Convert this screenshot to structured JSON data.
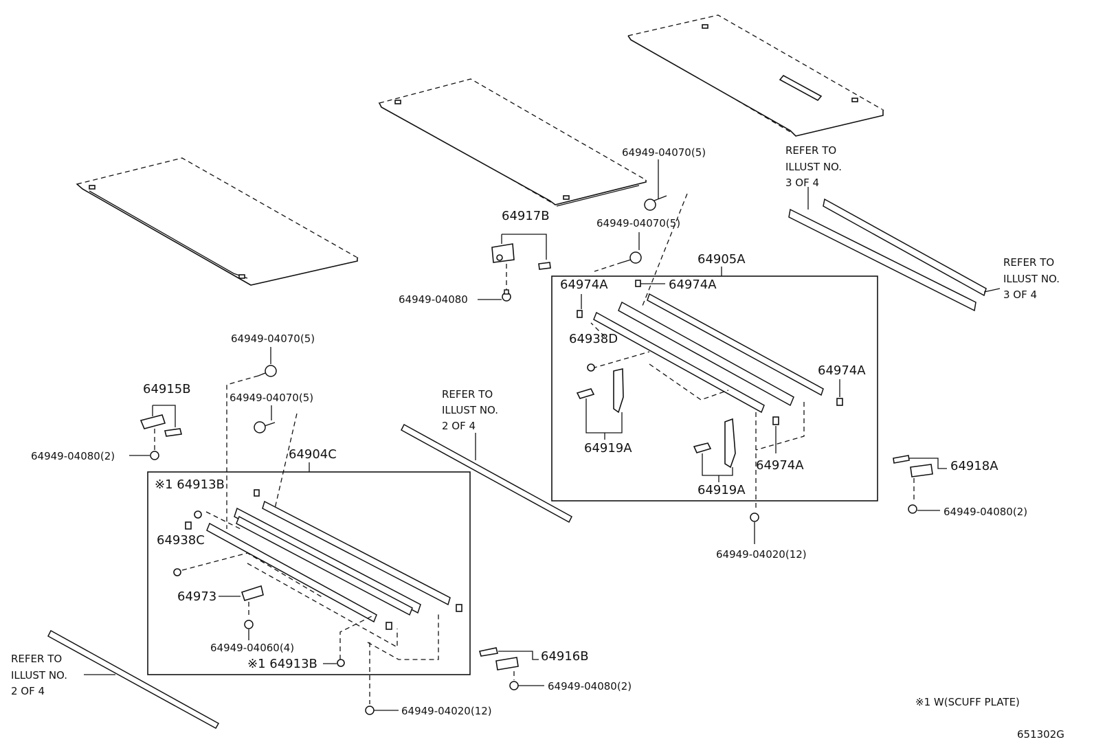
{
  "figure_code": "651302G",
  "footnote": "※1 W(SCUFF PLATE)",
  "labels": {
    "p64917B": "64917B",
    "p64915B": "64915B",
    "p64904C": "64904C",
    "p64905A": "64905A",
    "p64913B_top": "※1 64913B",
    "p64913B_bottom": "※1 64913B",
    "p64938C": "64938C",
    "p64938D": "64938D",
    "p64973": "64973",
    "p64974A_1": "64974A",
    "p64974A_2": "64974A",
    "p64974A_3": "64974A",
    "p64974A_4": "64974A",
    "p64919A_1": "64919A",
    "p64919A_2": "64919A",
    "p64918A": "64918A",
    "p64916B": "64916B",
    "b_04070_a": "64949-04070(5)",
    "b_04070_b": "64949-04070(5)",
    "b_04070_c": "64949-04070(5)",
    "b_04070_d": "64949-04070(5)",
    "b_04080_a": "64949-04080",
    "b_04080_b": "64949-04080(2)",
    "b_04080_c": "64949-04080(2)",
    "b_04080_d": "64949-04080(2)",
    "b_04060": "64949-04060(4)",
    "b_04020_a": "64949-04020(12)",
    "b_04020_b": "64949-04020(12)"
  },
  "refs": {
    "ref_3of4_top": [
      "REFER TO",
      "ILLUST NO.",
      "3 OF 4"
    ],
    "ref_3of4_right": [
      "REFER TO",
      "ILLUST NO.",
      "3 OF 4"
    ],
    "ref_2of4_mid": [
      "REFER TO",
      "ILLUST NO.",
      "2 OF 4"
    ],
    "ref_2of4_left": [
      "REFER TO",
      "ILLUST NO.",
      "2 OF 4"
    ]
  }
}
